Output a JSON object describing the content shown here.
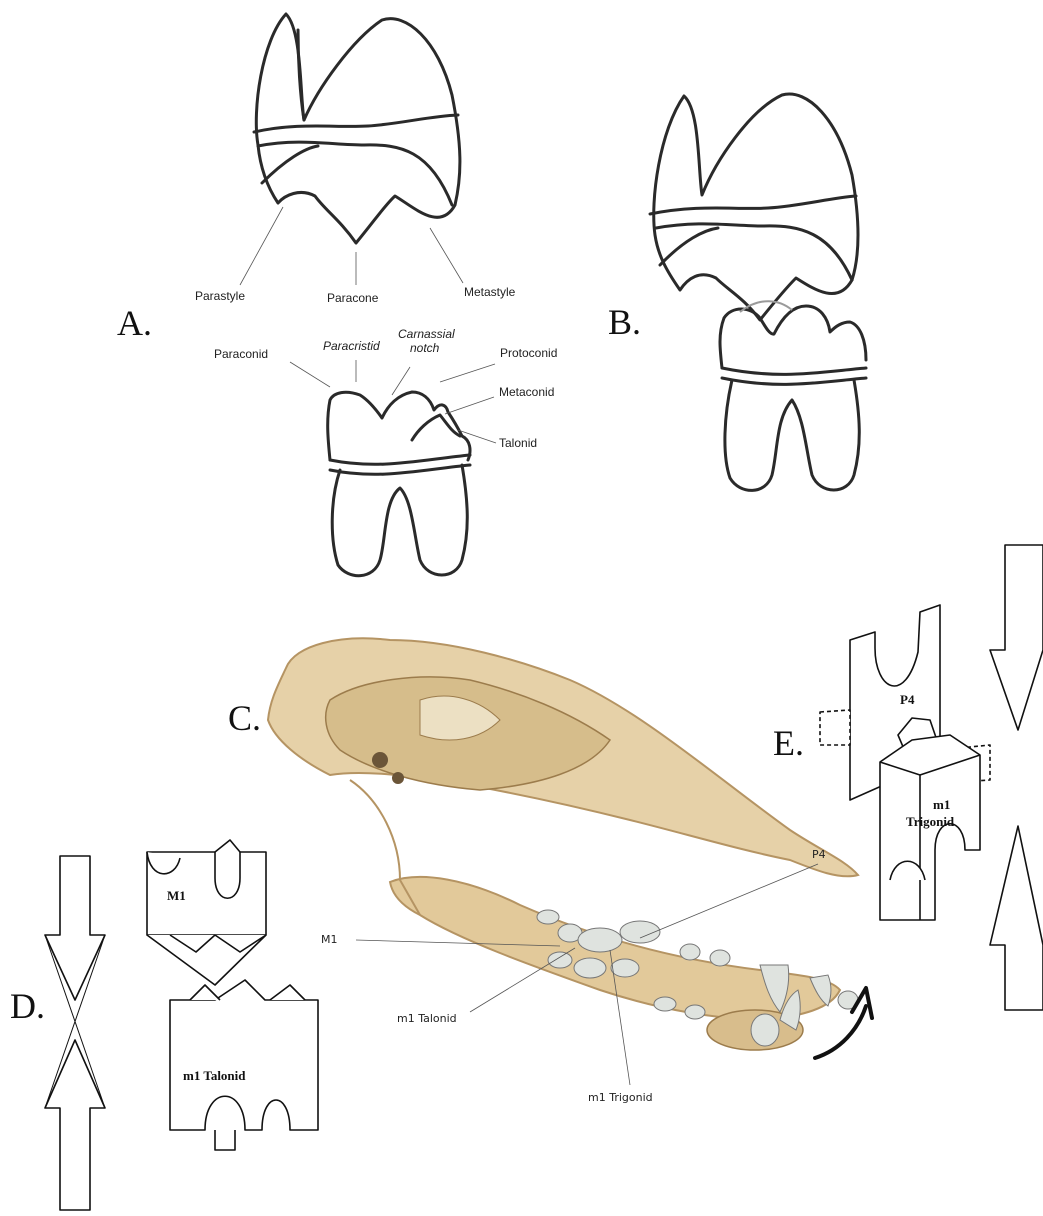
{
  "panels": {
    "a": "A.",
    "b": "B.",
    "c": "C.",
    "d": "D.",
    "e": "E."
  },
  "panel_a": {
    "upper_labels": {
      "parastyle": "Parastyle",
      "paracone": "Paracone",
      "metastyle": "Metastyle"
    },
    "lower_labels": {
      "paraconid": "Paraconid",
      "paracristid": "Paracristid",
      "carnassial_notch_line1": "Carnassial",
      "carnassial_notch_line2": "notch",
      "protoconid": "Protoconid",
      "metaconid": "Metaconid",
      "talonid": "Talonid"
    }
  },
  "panel_c": {
    "p4": "P4",
    "m1_upper": "M1",
    "m1_talonid": "m1 Talonid",
    "m1_trigonid": "m1 Trigonid"
  },
  "panel_d": {
    "upper_block": "M1",
    "lower_block": "m1 Talonid"
  },
  "panel_e": {
    "upper_block": "P4",
    "lower_block_line1": "m1",
    "lower_block_line2": "Trigonid"
  },
  "colors": {
    "skull_bone": "#e6d1a8",
    "skull_dark": "#b59463",
    "tooth": "#dfe3df",
    "line": "#2a2a2a"
  }
}
